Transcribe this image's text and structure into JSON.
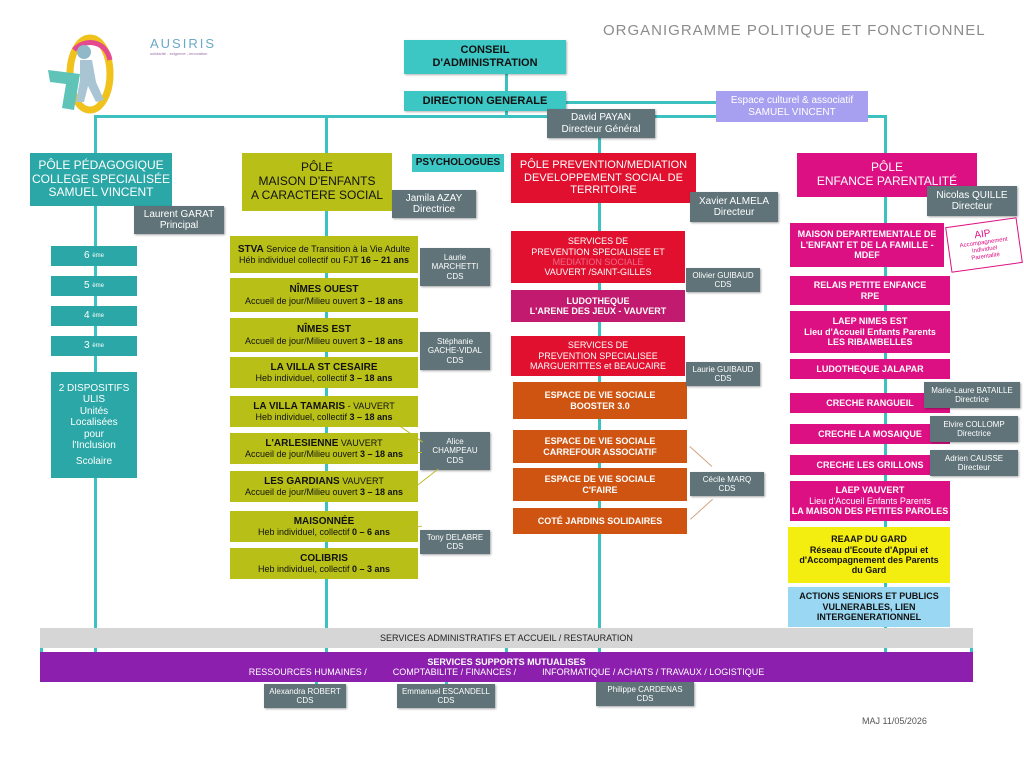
{
  "header": {
    "title": "ORGANIGRAMME POLITIQUE ET FONCTIONNEL",
    "brand": "AUSIRIS",
    "brand_tagline": "solidarité - exigence - innovation",
    "maj": "MAJ 11/05/2026"
  },
  "top": {
    "conseil": [
      "CONSEIL",
      "D'ADMINISTRATION"
    ],
    "direction": "DIRECTION GENERALE",
    "dg_name": "David PAYAN",
    "dg_title": "Directeur Général",
    "espace": [
      "Espace culturel & associatif",
      "SAMUEL VINCENT"
    ]
  },
  "pole1": {
    "title": [
      "PÔLE PÉDAGOGIQUE",
      "COLLEGE SPECIALISÉE",
      "SAMUEL VINCENT"
    ],
    "head_name": "Laurent GARAT",
    "head_title": "Principal",
    "levels": [
      {
        "num": "6",
        "suffix": "ème"
      },
      {
        "num": "5",
        "suffix": "ème"
      },
      {
        "num": "4",
        "suffix": "ème"
      },
      {
        "num": "3",
        "suffix": "ème"
      }
    ],
    "ulis": [
      "2 DISPOSITIFS",
      "ULIS",
      "Unités",
      "Localisées",
      "pour",
      "l'Inclusion",
      "Scolaire"
    ]
  },
  "pole2": {
    "title": [
      "PÔLE",
      "MAISON D'ENFANTS",
      "A CARACTERE SOCIAL"
    ],
    "psychologues": "PSYCHOLOGUES",
    "head_name": "Jamila AZAY",
    "head_title": "Directrice",
    "services": [
      {
        "name": "STVA",
        "line1": "Service de Transition à la Vie Adulte",
        "line2": "Héb individuel collectif ou FJT",
        "age": "16 – 21 ans"
      },
      {
        "name": "NÎMES OUEST",
        "line1": "",
        "line2": "Accueil de jour/Milieu ouvert",
        "age": "3 – 18 ans"
      },
      {
        "name": "NÎMES EST",
        "line1": "",
        "line2": "Accueil de jour/Milieu ouvert",
        "age": "3 – 18 ans"
      },
      {
        "name": "LA VILLA ST CESAIRE",
        "line1": "",
        "line2": "Heb individuel, collectif",
        "age": "3 – 18 ans"
      },
      {
        "name": "LA VILLA TAMARIS",
        "line1": " - VAUVERT",
        "line2": "Heb individuel, collectif",
        "age": "3 – 18 ans"
      },
      {
        "name": "L'ARLESIENNE",
        "line1": " VAUVERT",
        "line2": "Accueil de jour/Milieu ouvert",
        "age": "3 – 18 ans"
      },
      {
        "name": "LES GARDIANS",
        "line1": "VAUVERT",
        "line2": "Accueil de jour/Milieu ouvert",
        "age": "3 – 18 ans"
      },
      {
        "name": "MAISONNÉE",
        "line1": "",
        "line2": "Heb individuel, collectif",
        "age": "0 – 6 ans"
      },
      {
        "name": "COLIBRIS",
        "line1": "",
        "line2": "Heb individuel, collectif",
        "age": "0 – 3 ans"
      }
    ],
    "cds": [
      {
        "name": "Laurie",
        "name2": "MARCHETTI",
        "title": "CDS"
      },
      {
        "name": "Stéphanie",
        "name2": "GACHE-VIDAL",
        "title": "CDS"
      },
      {
        "name": "Alice",
        "name2": "CHAMPEAU",
        "title": "CDS"
      },
      {
        "name": "Tony DELABRE",
        "name2": "",
        "title": "CDS"
      }
    ]
  },
  "pole3": {
    "title": [
      "PÔLE  PREVENTION/MEDIATION",
      "DEVELOPPEMENT SOCIAL DE",
      "TERRITOIRE"
    ],
    "head_name": "Xavier ALMELA",
    "head_title": "Directeur",
    "red_services": [
      {
        "lines": [
          "SERVICES DE",
          "PREVENTION SPECIALISEE ET",
          "MEDIATION SOCIALE",
          "VAUVERT /SAINT-GILLES"
        ]
      },
      {
        "lines": [
          "LUDOTHEQUE",
          "L'ARENE DES JEUX - VAUVERT"
        ]
      },
      {
        "lines": [
          "SERVICES DE",
          "PREVENTION SPECIALISEE",
          "MARGUERITTES et BEAUCAIRE"
        ]
      }
    ],
    "brown_services": [
      {
        "lines": [
          "ESPACE DE VIE SOCIALE",
          "BOOSTER 3.0"
        ]
      },
      {
        "lines": [
          "ESPACE DE VIE SOCIALE",
          "CARREFOUR ASSOCIATIF"
        ]
      },
      {
        "lines": [
          "ESPACE DE VIE SOCIALE",
          "C'FAIRE"
        ]
      },
      {
        "lines": [
          "COTÉ JARDINS SOLIDAIRES"
        ]
      }
    ],
    "cds": [
      {
        "name": "Olivier GUIBAUD",
        "title": "CDS"
      },
      {
        "name": "Laurie GUIBAUD",
        "title": "CDS"
      },
      {
        "name": "Cécile MARQ",
        "title": "CDS"
      }
    ]
  },
  "pole4": {
    "title": [
      "PÔLE",
      "ENFANCE PARENTALITÉ"
    ],
    "head_name": "Nicolas QUILLE",
    "head_title": "Directeur",
    "aip": [
      "AIP",
      "Accompagnement",
      "Individuel",
      "Parentalité"
    ],
    "services": [
      {
        "lines": [
          "MAISON DEPARTEMENTALE DE",
          "L'ENFANT ET DE LA FAMILLE -",
          "MDEF"
        ]
      },
      {
        "lines": [
          "RELAIS PETITE ENFANCE",
          "RPE"
        ]
      },
      {
        "lines": [
          "LAEP NIMES EST",
          "Lieu d'Accueil Enfants Parents",
          "LES RIBAMBELLES"
        ]
      },
      {
        "lines": [
          "LUDOTHEQUE JALAPAR"
        ]
      },
      {
        "lines": [
          "CRECHE RANGUEIL"
        ]
      },
      {
        "lines": [
          "CRECHE LA MOSAIQUE"
        ]
      },
      {
        "lines": [
          "CRECHE LES GRILLONS"
        ]
      },
      {
        "lines": [
          "LAEP VAUVERT",
          "Lieu d'Accueil Enfants Parents",
          "LA MAISON DES PETITES PAROLES"
        ]
      }
    ],
    "reaap": [
      "REAAP DU GARD",
      "Réseau d'Ecoute d'Appui et",
      "d'Accompagnement des Parents",
      "du Gard"
    ],
    "actions": [
      "ACTIONS SENIORS ET PUBLICS",
      "VULNERABLES, LIEN",
      "INTERGENERATIONNEL"
    ],
    "directors": [
      {
        "name": "Marie-Laure BATAILLE",
        "title": "Directrice"
      },
      {
        "name": "Elvire COLLOMP",
        "title": "Directrice"
      },
      {
        "name": "Adrien CAUSSE",
        "title": "Directeur"
      }
    ]
  },
  "bottom": {
    "admin": "SERVICES ADMINISTRATIFS ET ACCUEIL / RESTAURATION",
    "supports": "SERVICES SUPPORTS MUTUALISES",
    "rh": "RESSOURCES HUMAINES /",
    "compta": "COMPTABILITE / FINANCES /",
    "info": "INFORMATIQUE / ACHATS / TRAVAUX / LOGISTIQUE",
    "people": [
      {
        "name": "Alexandra ROBERT",
        "title": "CDS"
      },
      {
        "name": "Emmanuel ESCANDELL",
        "title": "CDS"
      },
      {
        "name": "Philippe CARDENAS",
        "title": "CDS"
      }
    ]
  },
  "colors": {
    "teal": "#3cc6c4",
    "olive": "#b8c018",
    "red": "#e0102e",
    "magenta": "#dc0f83",
    "brown": "#cf5412",
    "purple": "#8c1fae",
    "lavender": "#a79ff0"
  }
}
